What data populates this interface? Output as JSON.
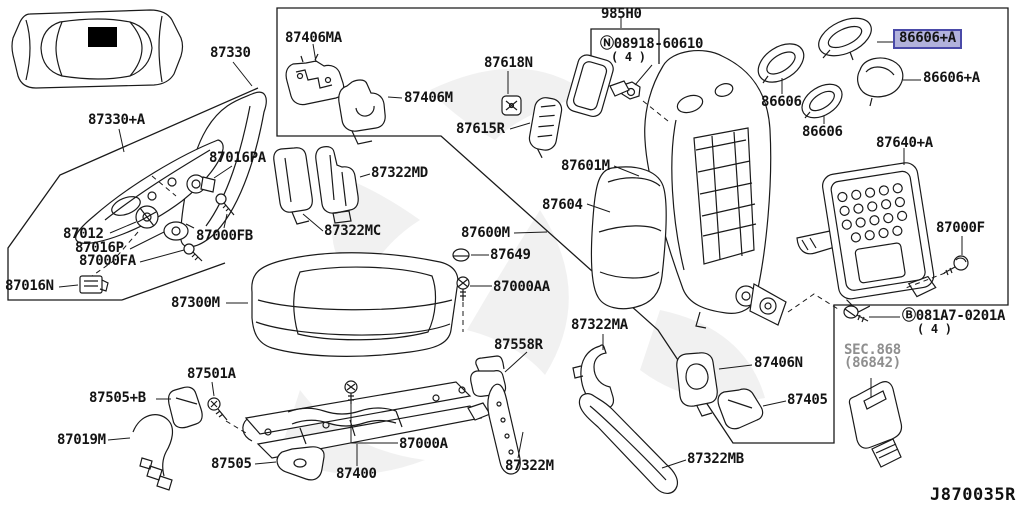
{
  "drawing_code": "J870035R",
  "highlight": {
    "part": "86606+A",
    "bg": "#b2b2dc",
    "border": "#4a4aa8"
  },
  "section_ref": {
    "line1": "SEC.868",
    "line2": "(86842)"
  },
  "quantities": {
    "n08918": "( 4 )",
    "b081a7": "( 4 )"
  },
  "labels": {
    "p87330": "87330",
    "p87330A": "87330+A",
    "p87406MA": "87406MA",
    "p87406M": "87406M",
    "p985H0": "985H0",
    "pN08918": "Ⓝ08918-60610",
    "p87618N": "87618N",
    "p87615R": "87615R",
    "p86606A_hl": "86606+A",
    "p86606A": "86606+A",
    "p86606_1": "86606",
    "p86606_2": "86606",
    "p87601M": "87601M",
    "p87640A": "87640+A",
    "p87604": "87604",
    "p87016PA": "87016PA",
    "p87322MD": "87322MD",
    "p87322MC": "87322MC",
    "p87012": "87012",
    "p87000FB": "87000FB",
    "p87016P": "87016P",
    "p87000FA": "87000FA",
    "p87016N": "87016N",
    "p87600M": "87600M",
    "p87649": "87649",
    "p87000F": "87000F",
    "p87000AA": "87000AA",
    "p87300M": "87300M",
    "p87322MA": "87322MA",
    "pB081A7": "Ⓑ081A7-0201A",
    "p87558R": "87558R",
    "p87406N": "87406N",
    "p87505B": "87505+B",
    "p87501A": "87501A",
    "p87405": "87405",
    "p87019M": "87019M",
    "p87505": "87505",
    "p87400": "87400",
    "p87000A": "87000A",
    "p87322M": "87322M",
    "p87322MB": "87322MB"
  }
}
